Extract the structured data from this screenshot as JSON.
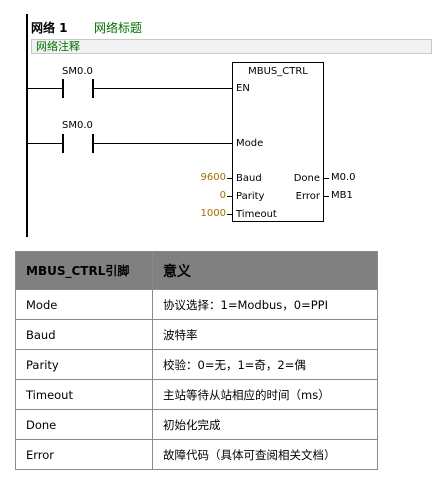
{
  "network": {
    "label": "网络 1",
    "title": "网络标题",
    "comment": "网络注释"
  },
  "contacts": [
    {
      "name": "SM0.0"
    },
    {
      "name": "SM0.0"
    }
  ],
  "block": {
    "name": "MBUS_CTRL",
    "inputs": {
      "en": "EN",
      "mode": "Mode",
      "baud": "Baud",
      "parity": "Parity",
      "timeout": "Timeout"
    },
    "input_values": {
      "baud": "9600",
      "parity": "0",
      "timeout": "1000"
    },
    "outputs": {
      "done": "Done",
      "error": "Error"
    },
    "output_values": {
      "done": "M0.0",
      "error": "MB1"
    }
  },
  "table": {
    "headers": [
      "MBUS_CTRL引脚",
      "意义"
    ],
    "rows": [
      [
        "Mode",
        "协议选择：1=Modbus，0=PPI"
      ],
      [
        "Baud",
        "波特率"
      ],
      [
        "Parity",
        "校验：0=无，1=奇，2=偶"
      ],
      [
        "Timeout",
        "主站等待从站相应的时间（ms）"
      ],
      [
        "Done",
        "初始化完成"
      ],
      [
        "Error",
        "故障代码（具体可查阅相关文档）"
      ]
    ]
  }
}
